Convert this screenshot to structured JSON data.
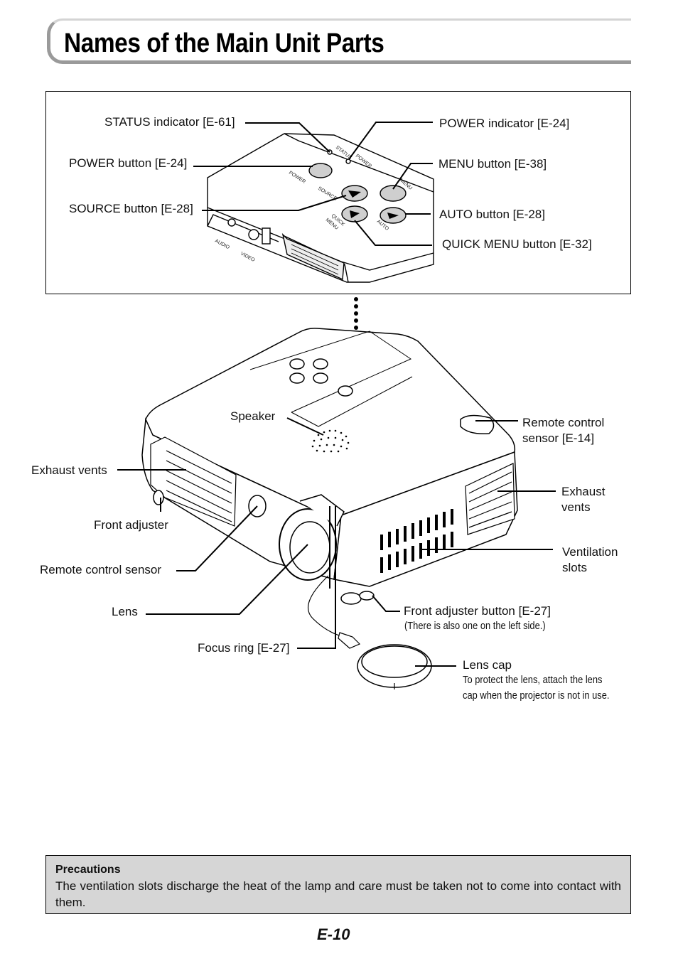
{
  "page": {
    "title": "Names of the Main Unit Parts",
    "page_number": "E-10"
  },
  "inset": {
    "labels": {
      "status_indicator": "STATUS indicator [E-61]",
      "power_button": "POWER button [E-24]",
      "source_button": "SOURCE button [E-28]",
      "power_indicator": "POWER indicator [E-24]",
      "menu_button": "MENU button [E-38]",
      "auto_button": "AUTO button [E-28]",
      "quick_menu_button": "QUICK MENU button [E-32]"
    },
    "panel_markings": {
      "status": "STATUS",
      "power_led": "POWER",
      "power": "POWER",
      "source": "SOURCE",
      "menu": "MENU",
      "quick_menu_1": "QUICK",
      "quick_menu_2": "MENU",
      "auto": "AUTO",
      "audio": "AUDIO",
      "video": "VIDEO"
    }
  },
  "main": {
    "labels": {
      "speaker": "Speaker",
      "remote_sensor_top": "Remote control sensor [E-14]",
      "exhaust_left": "Exhaust vents",
      "front_adjuster": "Front adjuster",
      "remote_sensor_front": "Remote control sensor",
      "lens": "Lens",
      "focus_ring": "Focus ring [E-27]",
      "exhaust_right": "Exhaust vents",
      "ventilation_slots": "Ventilation slots",
      "front_adjuster_button": "Front adjuster button [E-27]",
      "front_adjuster_note": "(There is also one on the left side.)",
      "lens_cap": "Lens cap",
      "lens_cap_note_1": "To protect the lens, attach the lens",
      "lens_cap_note_2": "cap when the projector is not in use."
    }
  },
  "precautions": {
    "title": "Precautions",
    "body": "The ventilation slots discharge the heat of the lamp and care must be taken not to come into contact with them."
  }
}
